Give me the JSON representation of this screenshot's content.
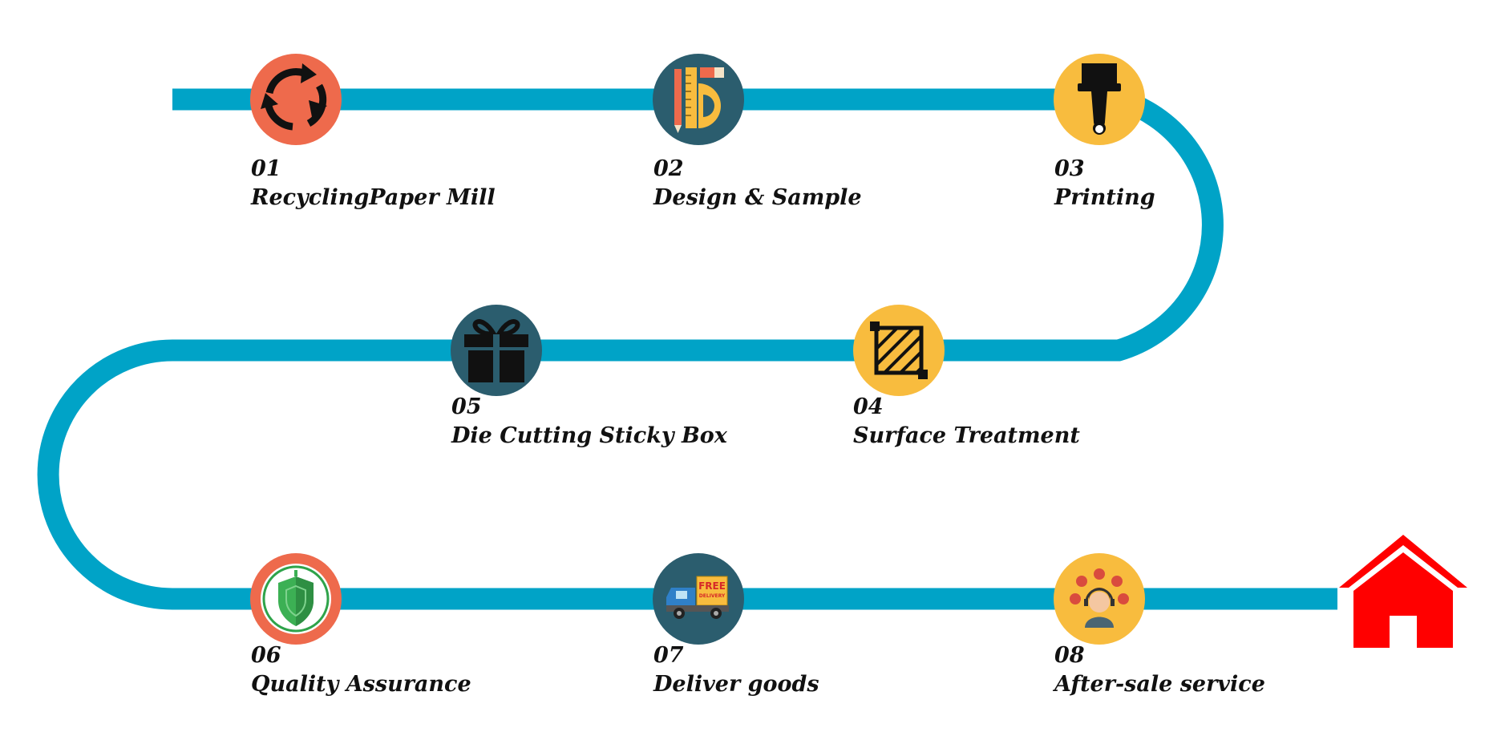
{
  "colors": {
    "path": "#00A3C7",
    "coral": "#EE6A4C",
    "teal": "#2B5D6E",
    "yellow": "#F8BC3E",
    "home": "#FF0000",
    "text": "#111111"
  },
  "steps": [
    {
      "num": "01",
      "title": "RecyclingPaper Mill",
      "icon": "recycle-icon",
      "color": "coral"
    },
    {
      "num": "02",
      "title": "Design & Sample",
      "icon": "ruler-pencil-icon",
      "color": "teal"
    },
    {
      "num": "03",
      "title": "Printing",
      "icon": "paint-brush-icon",
      "color": "yellow"
    },
    {
      "num": "04",
      "title": "Surface Treatment",
      "icon": "hatched-crop-icon",
      "color": "yellow"
    },
    {
      "num": "05",
      "title": "Die Cutting Sticky Box",
      "icon": "gift-box-icon",
      "color": "teal"
    },
    {
      "num": "06",
      "title": "Quality Assurance",
      "icon": "shield-icon",
      "color": "coral"
    },
    {
      "num": "07",
      "title": "Deliver goods",
      "icon": "delivery-truck-icon",
      "color": "teal"
    },
    {
      "num": "08",
      "title": "After-sale service",
      "icon": "support-agent-icon",
      "color": "yellow"
    }
  ],
  "truck_sign": "FREE",
  "truck_sign_sub": "DELIVERY",
  "end_icon": "home-icon"
}
